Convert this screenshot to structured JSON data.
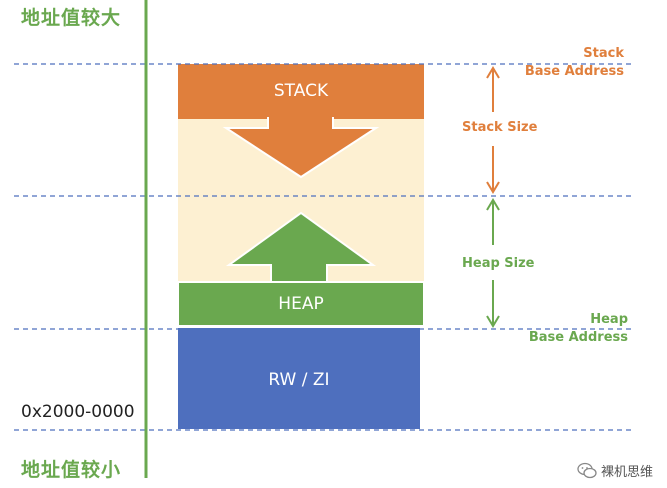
{
  "axis": {
    "high_label": "地址值较大",
    "low_label": "地址值较小",
    "address": "0x2000-0000"
  },
  "blocks": {
    "stack": "STACK",
    "heap": "HEAP",
    "rwzi": "RW / ZI"
  },
  "annotations": {
    "stack_base_line1": "Stack",
    "stack_base_line2": "Base Address",
    "stack_size": "Stack Size",
    "heap_size": "Heap Size",
    "heap_base_line1": "Heap",
    "heap_base_line2": "Base Address"
  },
  "watermark": {
    "icon": "wechat-icon",
    "text": "裸机思维"
  },
  "colors": {
    "stack": "#e07f3c",
    "heap": "#6aa84f",
    "rwzi": "#4e6fbe",
    "free_space": "#fdf0d2",
    "axis": "#6aa84f",
    "dashed": "#4e6fbe"
  }
}
